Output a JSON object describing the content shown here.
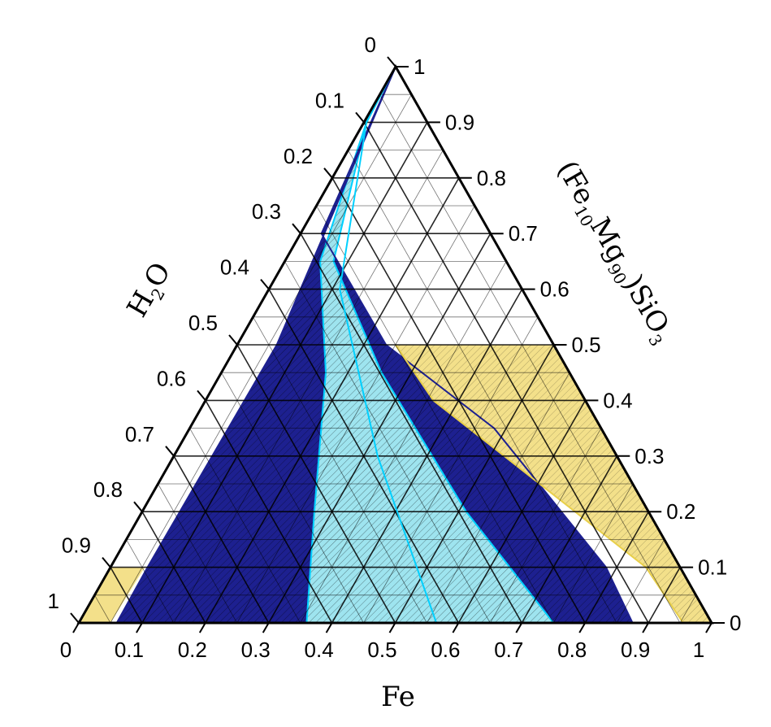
{
  "chart_data": {
    "type": "ternary",
    "axes": {
      "bottom": {
        "label": "Fe",
        "ticks": [
          "0",
          "0.1",
          "0.2",
          "0.3",
          "0.4",
          "0.5",
          "0.6",
          "0.7",
          "0.8",
          "0.9",
          "1"
        ]
      },
      "left": {
        "label": "H2O",
        "label_parts": [
          "H",
          "2",
          "O"
        ],
        "ticks": [
          "0",
          "0.1",
          "0.2",
          "0.3",
          "0.4",
          "0.5",
          "0.6",
          "0.7",
          "0.8",
          "0.9",
          "1"
        ]
      },
      "right": {
        "label": "(Fe10Mg90)SiO3",
        "label_parts": [
          "(Fe",
          "10",
          "Mg",
          "90",
          ")SiO",
          "3"
        ],
        "ticks": [
          "0",
          "0.1",
          "0.2",
          "0.3",
          "0.4",
          "0.5",
          "0.6",
          "0.7",
          "0.8",
          "0.9",
          "1"
        ]
      }
    },
    "grid": true,
    "grid_step": 0.1,
    "minor_grid_step": 0.05,
    "regions": [
      {
        "id": "yellow-left",
        "color": "#f3e08a",
        "hatch": false,
        "boundary_fe": [
          [
            0,
            0.05
          ],
          [
            0.1,
            0.06
          ]
        ]
      },
      {
        "id": "navy",
        "color": "#1d2090",
        "hatch": true,
        "boundary_fe_left": [
          [
            0,
            0.06
          ],
          [
            0.1,
            0.065
          ],
          [
            0.5,
            0.125
          ],
          [
            1,
            0.39
          ]
        ],
        "boundary_fe_right": [
          [
            0,
            0.875
          ],
          [
            0.1,
            0.87
          ],
          [
            0.35,
            0.74
          ],
          [
            0.5,
            0.47
          ],
          [
            0.7,
            0.11
          ],
          [
            1,
            0.0
          ]
        ]
      },
      {
        "id": "cyan",
        "color": "#9ee4ef",
        "hatch": true,
        "boundary_fe_left": [
          [
            0,
            0.36
          ],
          [
            0.2,
            0.34
          ],
          [
            0.45,
            0.3
          ],
          [
            0.65,
            0.16
          ],
          [
            0.9,
            0.04
          ],
          [
            1,
            0.0
          ]
        ],
        "boundary_fe_right": [
          [
            0,
            0.75
          ],
          [
            0.2,
            0.64
          ],
          [
            0.45,
            0.46
          ],
          [
            0.65,
            0.22
          ],
          [
            0.9,
            0.04
          ],
          [
            1,
            0.0
          ]
        ]
      },
      {
        "id": "yellow-right",
        "color": "#f3e08a",
        "hatch": false,
        "boundary_fe": [
          [
            0,
            0.955
          ],
          [
            0.1,
            0.94
          ],
          [
            0.4,
            0.6
          ],
          [
            0.5,
            0.5
          ]
        ]
      }
    ],
    "curves": [
      {
        "id": "cyan-mid-line",
        "color": "#00d0ff",
        "points_fe": [
          [
            0,
            0.565
          ],
          [
            0.3,
            0.46
          ],
          [
            0.6,
            0.28
          ],
          [
            0.9,
            0.04
          ],
          [
            1,
            0.0
          ]
        ]
      }
    ],
    "colors": {
      "frame": "#000000",
      "grid": "#000000",
      "navy": "#1d2090",
      "cyan": "#9ee4ef",
      "yellow": "#f3e08a",
      "curve": "#00d0ff"
    }
  }
}
